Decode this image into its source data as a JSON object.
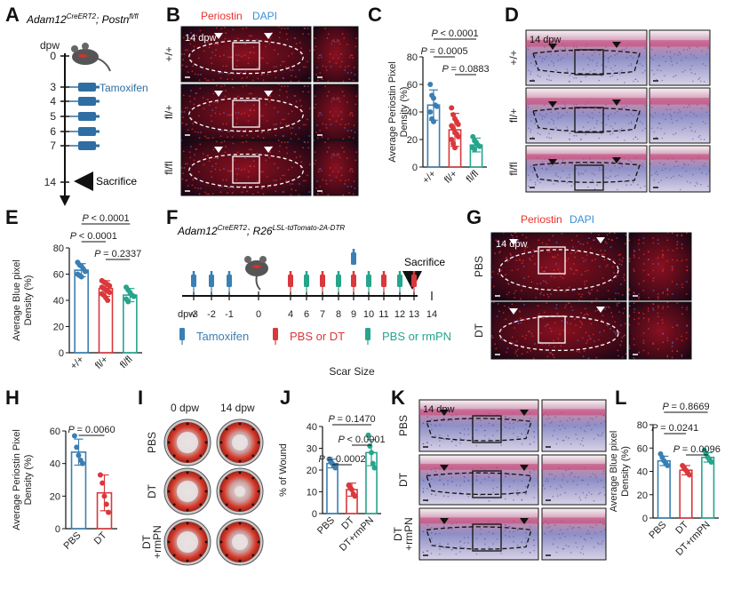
{
  "panels": {
    "A": {
      "letter": "A",
      "genotype": "Adam12",
      "genotype_sup": "CreERT2",
      "genotype_tail": "; Postn",
      "genotype_tail_sup": "fl/fl",
      "dpw_label": "dpw",
      "days": [
        "0",
        "3",
        "4",
        "5",
        "6",
        "7",
        "14"
      ],
      "tamoxifen": "Tamoxifen",
      "sacrifice": "Sacrifice"
    },
    "B": {
      "letter": "B",
      "stain1": "Periostin",
      "stain2": "DAPI",
      "time": "14 dpw",
      "rows": [
        "+/+",
        "fl/+",
        "fl/fl"
      ]
    },
    "C": {
      "letter": "C"
    },
    "D": {
      "letter": "D",
      "time": "14 dpw",
      "rows": [
        "+/+",
        "fl/+",
        "fl/fl"
      ]
    },
    "E": {
      "letter": "E"
    },
    "F": {
      "letter": "F",
      "genotype": "Adam12",
      "genotype_sup": "CreERT2",
      "genotype_mid": "; R26",
      "genotype_mid_sup": "LSL-tdTomato-2A-DTR",
      "dpw_label": "dpw",
      "days": [
        "-3",
        "-2",
        "-1",
        "0",
        "4",
        "6",
        "7",
        "8",
        "9",
        "10",
        "11",
        "12",
        "13",
        "14"
      ],
      "sacrifice": "Sacrifice",
      "legend": [
        "Tamoxifen",
        "PBS or DT",
        "PBS or rmPN"
      ]
    },
    "G": {
      "letter": "G",
      "stain1": "Periostin",
      "stain2": "DAPI",
      "time": "14 dpw",
      "rows": [
        "PBS",
        "DT"
      ]
    },
    "H": {
      "letter": "H"
    },
    "I": {
      "letter": "I",
      "cols": [
        "0 dpw",
        "14 dpw"
      ],
      "rows": [
        "PBS",
        "DT",
        "DT\n+rmPN"
      ]
    },
    "J": {
      "letter": "J"
    },
    "K": {
      "letter": "K",
      "time": "14 dpw",
      "rows": [
        "PBS",
        "DT",
        "DT\n+rmPN"
      ]
    },
    "L": {
      "letter": "L"
    }
  },
  "colors": {
    "blue": "#3a7fb3",
    "red": "#d9383c",
    "teal": "#27a48c",
    "stain_red": "#e8322e",
    "stain_blue": "#3a8fd6"
  },
  "chart_data": [
    {
      "panel": "C",
      "type": "bar",
      "ylabel": "Average Periostin Pixel Density (%)",
      "categories": [
        "+/+",
        "fl/+",
        "fl/fl"
      ],
      "colors": [
        "#3a7fb3",
        "#d9383c",
        "#27a48c"
      ],
      "values": [
        45,
        27,
        16
      ],
      "errors": [
        11,
        12,
        5
      ],
      "ylim": [
        0,
        80
      ],
      "yticks": [
        0,
        20,
        40,
        60,
        80
      ],
      "points": [
        [
          60,
          52,
          50,
          45,
          44,
          40,
          35,
          33
        ],
        [
          43,
          38,
          35,
          33,
          31,
          30,
          28,
          25,
          24,
          22,
          20,
          17,
          14
        ],
        [
          22,
          19,
          18,
          16,
          15,
          14,
          13
        ]
      ],
      "comparisons": [
        {
          "text": "P < 0.0001",
          "pair": [
            0,
            2
          ]
        },
        {
          "text": "P = 0.0005",
          "pair": [
            0,
            1
          ]
        },
        {
          "text": "P = 0.0883",
          "pair": [
            1,
            2
          ]
        }
      ]
    },
    {
      "panel": "E",
      "type": "bar",
      "ylabel": "Average Blue pixel Density (%)",
      "categories": [
        "+/+",
        "fl/+",
        "fl/fl"
      ],
      "colors": [
        "#3a7fb3",
        "#d9383c",
        "#27a48c"
      ],
      "values": [
        63,
        49,
        44
      ],
      "errors": [
        5,
        6,
        5
      ],
      "ylim": [
        0,
        80
      ],
      "yticks": [
        0,
        20,
        40,
        60,
        80
      ],
      "points": [
        [
          69,
          67,
          66,
          64,
          62,
          60,
          59,
          58
        ],
        [
          55,
          54,
          53,
          52,
          51,
          50,
          49,
          48,
          47,
          46,
          45,
          44,
          42,
          40
        ],
        [
          50,
          48,
          46,
          44,
          43,
          41,
          39
        ]
      ],
      "comparisons": [
        {
          "text": "P < 0.0001",
          "pair": [
            0,
            2
          ]
        },
        {
          "text": "P < 0.0001",
          "pair": [
            0,
            1
          ]
        },
        {
          "text": "P = 0.2337",
          "pair": [
            1,
            2
          ]
        }
      ]
    },
    {
      "panel": "H",
      "type": "bar",
      "ylabel": "Average Periostin Pixel Density (%)",
      "categories": [
        "PBS",
        "DT"
      ],
      "colors": [
        "#3a7fb3",
        "#d9383c"
      ],
      "values": [
        47,
        22
      ],
      "errors": [
        8,
        11
      ],
      "ylim": [
        0,
        60
      ],
      "yticks": [
        0,
        20,
        40,
        60
      ],
      "points": [
        [
          57,
          50,
          45,
          42,
          40
        ],
        [
          33,
          28,
          20,
          15,
          10
        ]
      ],
      "comparisons": [
        {
          "text": "P = 0.0060",
          "pair": [
            0,
            1
          ]
        }
      ]
    },
    {
      "panel": "J",
      "type": "bar",
      "title": "Scar Size",
      "ylabel": "% of Wound",
      "categories": [
        "PBS",
        "DT",
        "DT+rmPN"
      ],
      "colors": [
        "#3a7fb3",
        "#d9383c",
        "#27a48c"
      ],
      "values": [
        23,
        11,
        28
      ],
      "errors": [
        2,
        3,
        6
      ],
      "ylim": [
        0,
        40
      ],
      "yticks": [
        0,
        10,
        20,
        30,
        40
      ],
      "points": [
        [
          25,
          24,
          23,
          22,
          21
        ],
        [
          13,
          12,
          11,
          9,
          8
        ],
        [
          36,
          31,
          28,
          23,
          21
        ]
      ],
      "comparisons": [
        {
          "text": "P = 0.1470",
          "pair": [
            0,
            2
          ]
        },
        {
          "text": "P < 0.0001",
          "pair": [
            1,
            2
          ]
        },
        {
          "text": "P = 0.0002",
          "pair": [
            0,
            1
          ]
        }
      ]
    },
    {
      "panel": "L",
      "type": "bar",
      "ylabel": "Average Blue pixel Density (%)",
      "categories": [
        "PBS",
        "DT",
        "DT+rmPN"
      ],
      "colors": [
        "#3a7fb3",
        "#d9383c",
        "#27a48c"
      ],
      "values": [
        49,
        41,
        52
      ],
      "errors": [
        4,
        4,
        4
      ],
      "ylim": [
        0,
        80
      ],
      "yticks": [
        0,
        20,
        40,
        60,
        80
      ],
      "points": [
        [
          55,
          52,
          49,
          47,
          45
        ],
        [
          45,
          43,
          41,
          39,
          37
        ],
        [
          58,
          55,
          52,
          50,
          48
        ]
      ],
      "comparisons": [
        {
          "text": "P = 0.8669",
          "pair": [
            0,
            2
          ]
        },
        {
          "text": "P = 0.0241",
          "pair": [
            0,
            1
          ]
        },
        {
          "text": "P = 0.0096",
          "pair": [
            1,
            2
          ]
        }
      ]
    }
  ]
}
